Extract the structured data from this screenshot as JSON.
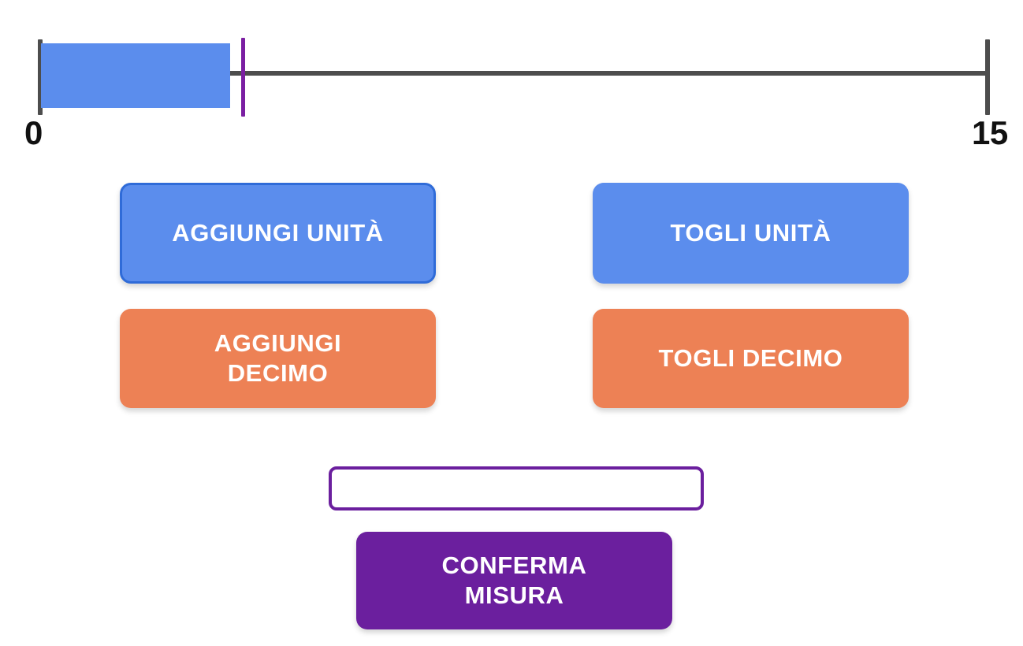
{
  "ruler": {
    "start_label": "0",
    "end_label": "15",
    "unit_min": 0,
    "unit_max": 15,
    "fill_value": 3,
    "marker_value": 3.2,
    "track_color": "#4d4d4d",
    "fill_color": "#5b8ded",
    "marker_color": "#7b1fa2"
  },
  "buttons": {
    "add_unit": "AGGIUNGI UNITÀ",
    "remove_unit": "TOGLI UNITÀ",
    "add_tenth": "AGGIUNGI\nDECIMO",
    "remove_tenth": "TOGLI DECIMO",
    "confirm": "CONFERMA\nMISURA"
  },
  "input": {
    "value": "",
    "placeholder": ""
  },
  "colors": {
    "blue": "#5b8ded",
    "blue_active_border": "#2f6bd8",
    "orange": "#ed8155",
    "purple": "#6b1f9e",
    "gray": "#4d4d4d"
  }
}
